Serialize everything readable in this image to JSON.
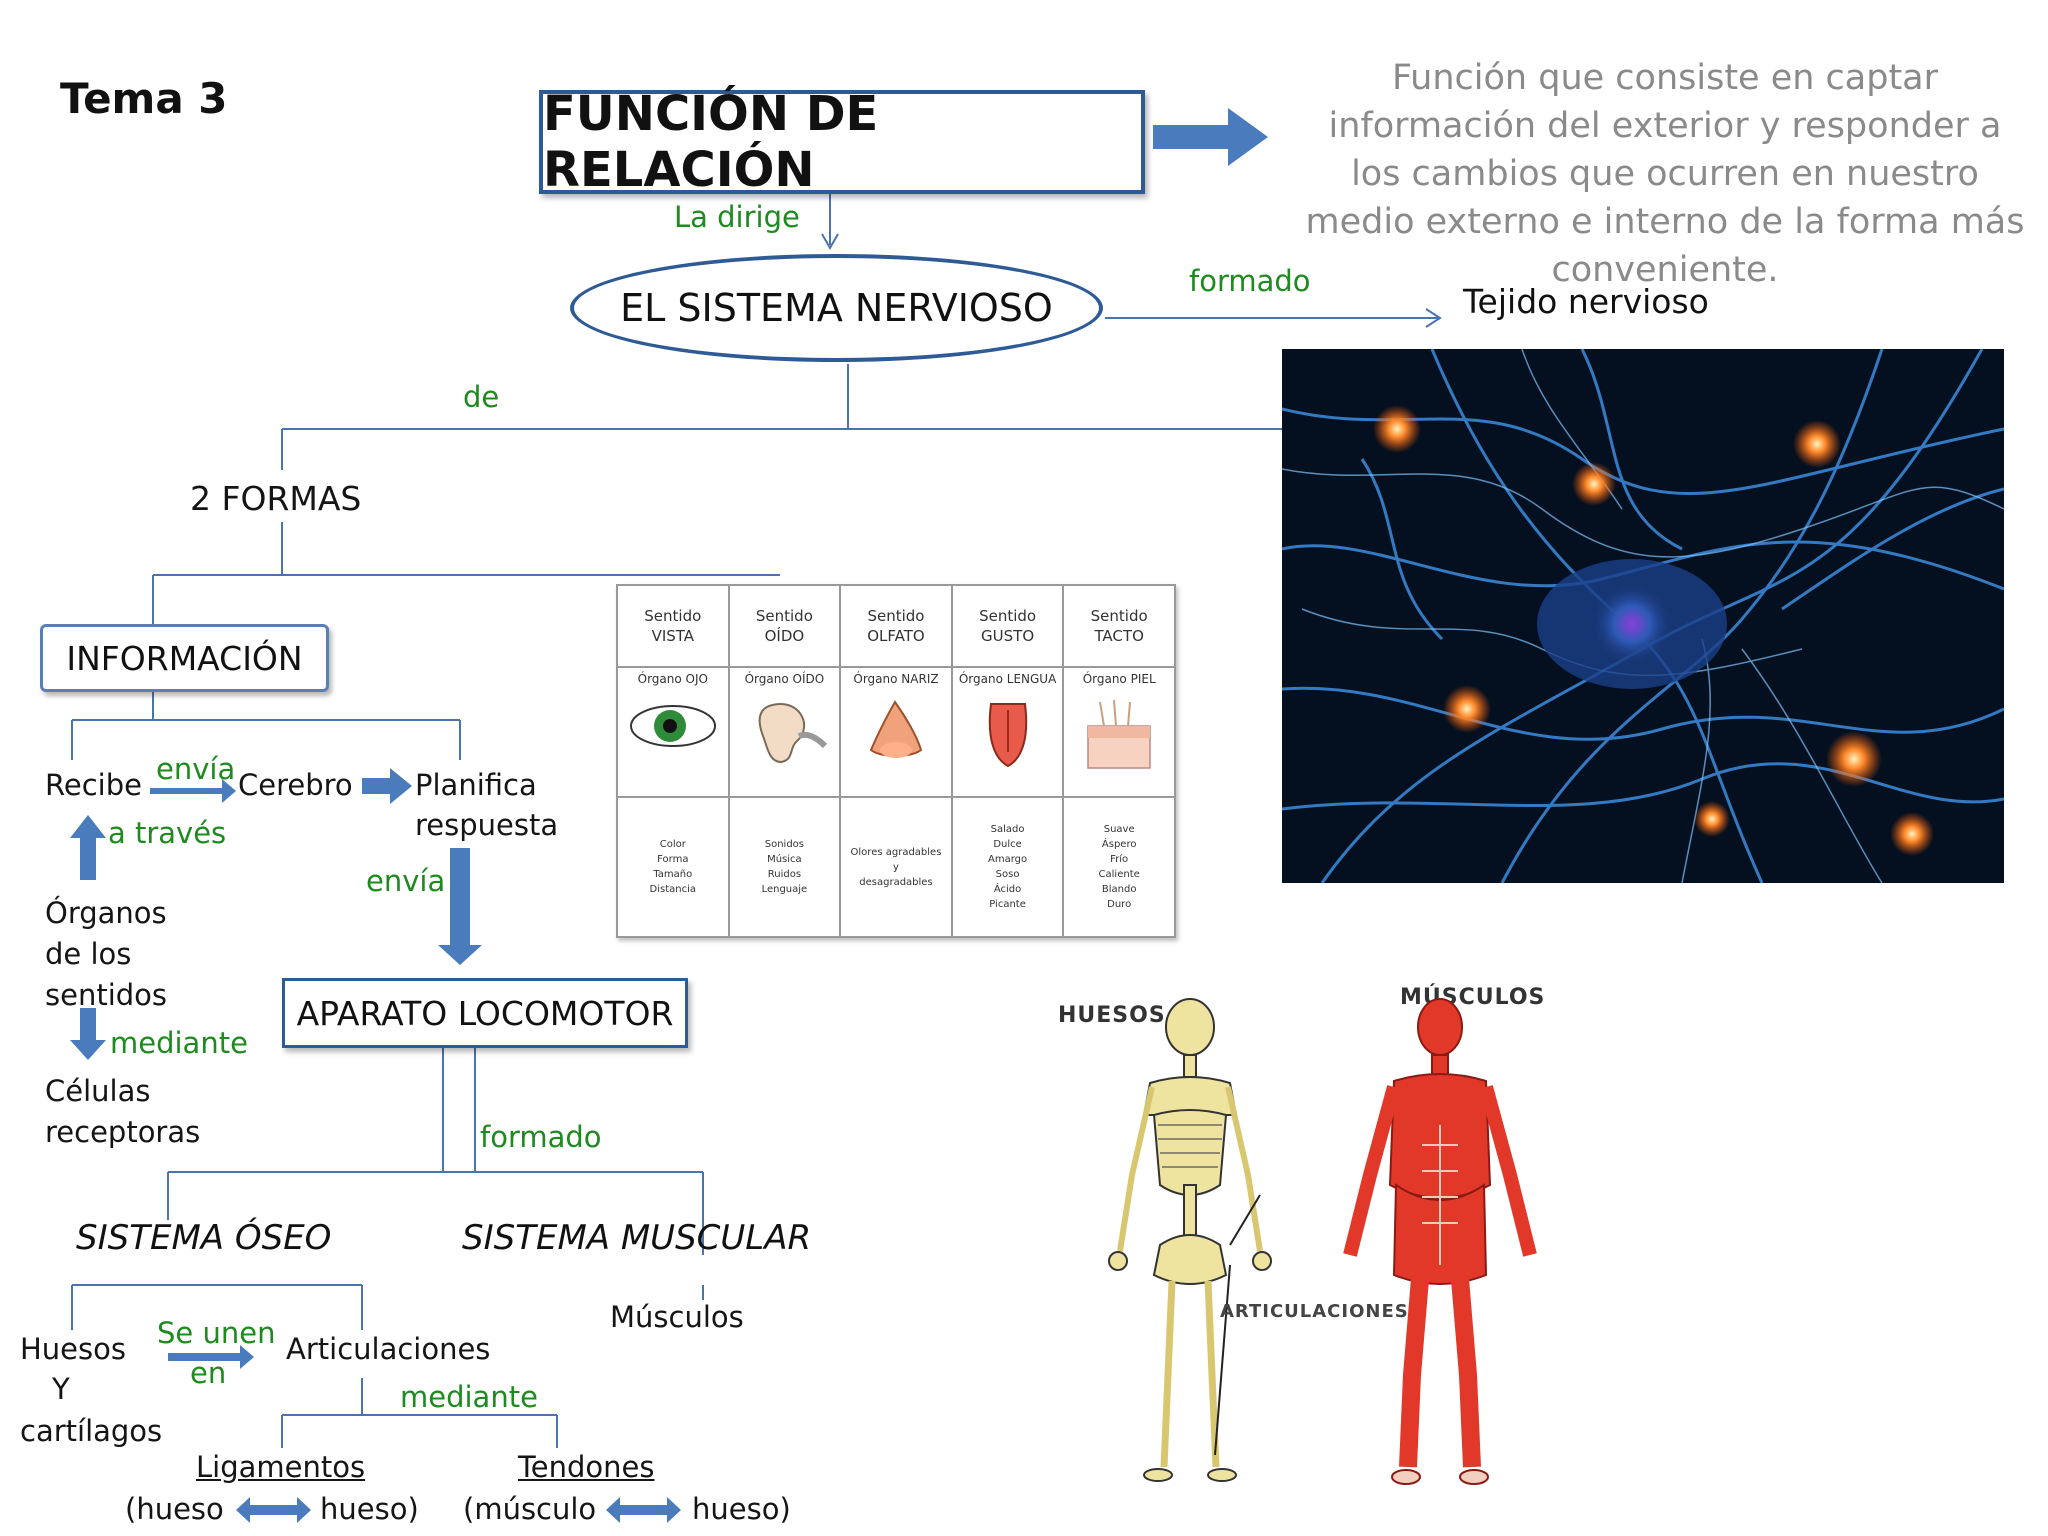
{
  "topic_label": "Tema 3",
  "main_title": "FUNCIÓN DE RELACIÓN",
  "definition": "Función que consiste en captar información del exterior y responder  a los cambios que ocurren en nuestro medio externo e interno de la forma más conveniente.",
  "link_directs": "La dirige",
  "nervous_system": "EL SISTEMA NERVIOSO",
  "link_formed_1": "formado",
  "nervous_tissue": "Tejido nervioso",
  "link_of": "de",
  "two_forms": "2 FORMAS",
  "information_box": "INFORMACIÓN",
  "flow": {
    "receives": "Recibe",
    "sends_1": "envía",
    "brain": "Cerebro",
    "plans_line1": "Planifica",
    "plans_line2": "respuesta",
    "through": "a través",
    "sends_2": "envía",
    "organs_line1": "Órganos",
    "organs_line2": "de los",
    "organs_line3": "sentidos",
    "by_means_1": "mediante",
    "cells_line1": "Células",
    "cells_line2": "receptoras"
  },
  "locomotor_box": "APARATO LOCOMOTOR",
  "link_formed_2": "formado",
  "bone_system": "SISTEMA ÓSEO",
  "muscle_system": "SISTEMA MUSCULAR",
  "bones_line1": "Huesos",
  "bones_line2": "Y",
  "bones_line3": "cartílagos",
  "link_joined_line1": "Se unen",
  "link_joined_line2": "en",
  "joints": "Articulaciones",
  "muscles": "Músculos",
  "by_means_2": "mediante",
  "ligaments": "Ligamentos",
  "ligaments_desc_left": "(hueso",
  "ligaments_desc_right": "hueso)",
  "tendons": "Tendones",
  "tendons_desc_left": "(músculo",
  "tendons_desc_right": "hueso)",
  "senses_table": {
    "columns": [
      {
        "sense_line1": "Sentido",
        "sense_line2": "VISTA",
        "organ": "Órgano OJO",
        "stimuli": [
          "Color",
          "Forma",
          "Tamaño",
          "Distancia"
        ]
      },
      {
        "sense_line1": "Sentido",
        "sense_line2": "OÍDO",
        "organ": "Órgano OÍDO",
        "stimuli": [
          "Sonidos",
          "Música",
          "Ruidos",
          "Lenguaje"
        ]
      },
      {
        "sense_line1": "Sentido",
        "sense_line2": "OLFATO",
        "organ": "Órgano NARIZ",
        "stimuli": [
          "Olores agradables",
          "y",
          "desagradables"
        ]
      },
      {
        "sense_line1": "Sentido",
        "sense_line2": "GUSTO",
        "organ": "Órgano LENGUA",
        "stimuli": [
          "Salado",
          "Dulce",
          "Amargo",
          "Soso",
          "Ácido",
          "Picante"
        ]
      },
      {
        "sense_line1": "Sentido",
        "sense_line2": "TACTO",
        "organ": "Órgano PIEL",
        "stimuli": [
          "Suave",
          "Áspero",
          "Frío",
          "Caliente",
          "Blando",
          "Duro"
        ]
      }
    ]
  },
  "body_figure": {
    "bones_label": "HUESOS",
    "muscles_label": "MÚSCULOS",
    "joints_label": "ARTICULACIONES"
  },
  "colors": {
    "box_border": "#2e5a96",
    "arrow_fill": "#4a7bbd",
    "link_text": "#1f8a1f",
    "connector": "#4a74b0",
    "definition_text": "#8a8a8a"
  }
}
